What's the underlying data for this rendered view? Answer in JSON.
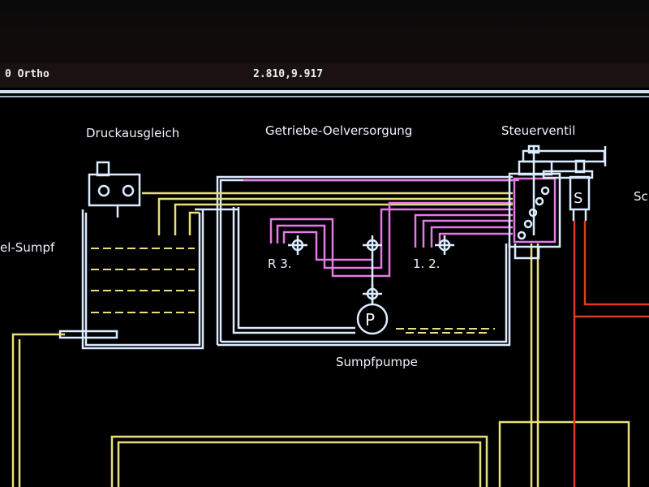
{
  "status_bar": {
    "mode": "0 Ortho",
    "coordinates": "2.810,9.917"
  },
  "labels": {
    "pressure_compensation": "Druckausgleich",
    "oil_supply": "Getriebe-Oelversorgung",
    "control_valve": "Steuerventil",
    "cut_right": "Sc",
    "sump_left": "el-Sumpf",
    "r3": "R 3.",
    "gears_12": "1. 2.",
    "pump_symbol": "P",
    "solenoid_symbol": "S",
    "sump_pump": "Sumpfpumpe"
  },
  "colors": {
    "white": "#dcecff",
    "yellow": "#e8e07a",
    "magenta": "#e47ae4",
    "red": "#e03a22"
  }
}
